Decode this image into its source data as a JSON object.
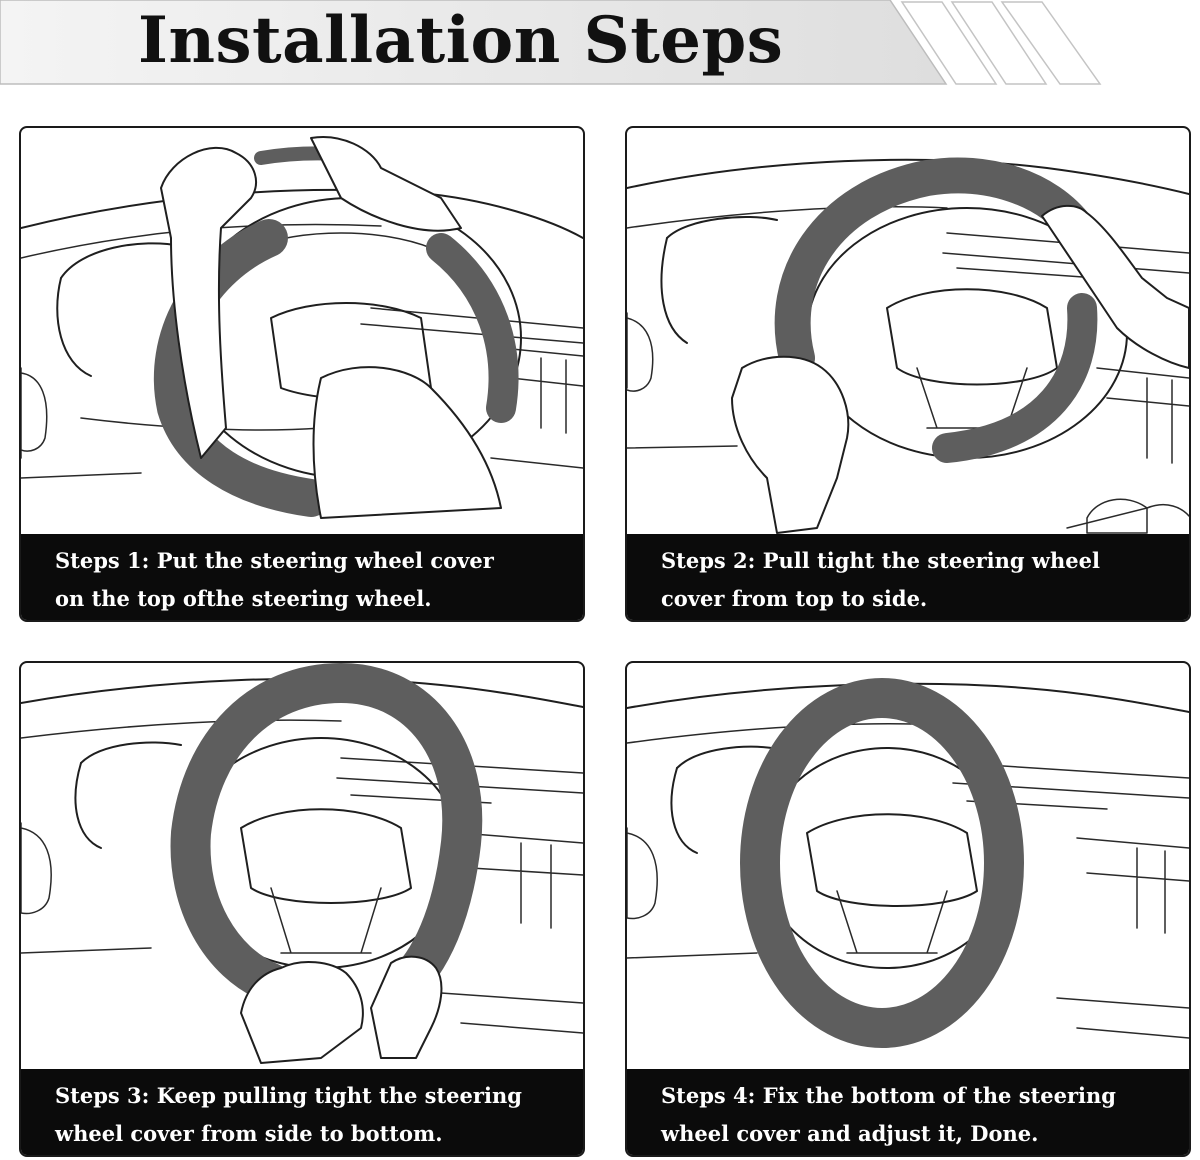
{
  "banner": {
    "title": "Installation Steps"
  },
  "colors": {
    "cover": "#5e5e5e",
    "caption_bg": "#0b0b0b",
    "caption_text": "#ffffff",
    "banner_bg": "#e9e9e9"
  },
  "steps": [
    {
      "caption_line1": "Steps 1: Put the steering wheel cover",
      "caption_line2": "on the top ofthe steering wheel."
    },
    {
      "caption_line1": "Steps 2: Pull tight the steering wheel",
      "caption_line2": "cover from top to side."
    },
    {
      "caption_line1": "Steps 3: Keep pulling tight the steering",
      "caption_line2": "wheel cover from side to bottom."
    },
    {
      "caption_line1": "Steps 4: Fix the bottom of the steering",
      "caption_line2": "wheel cover and adjust it, Done."
    }
  ]
}
